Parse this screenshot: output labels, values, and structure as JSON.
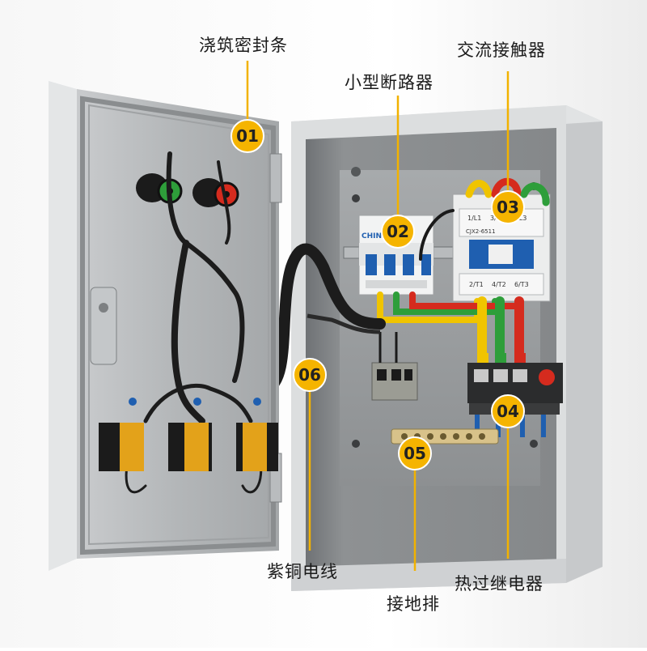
{
  "callouts": [
    {
      "number": "01",
      "label": "浇筑密封条"
    },
    {
      "number": "02",
      "label": "小型断路器"
    },
    {
      "number": "03",
      "label": "交流接触器"
    },
    {
      "number": "04",
      "label": "热过继电器"
    },
    {
      "number": "05",
      "label": "接地排"
    },
    {
      "number": "06",
      "label": "紫铜电线"
    }
  ],
  "breaker": {
    "brand": "CHINT"
  },
  "contactor": {
    "model": "CJX2-6511",
    "terminals_top": [
      "1/L1",
      "3/L2",
      "5/L3"
    ],
    "terminals_bottom": [
      "2/T1",
      "4/T2",
      "6/T3"
    ]
  },
  "colors": {
    "accent": "#f5b400",
    "cabinet": "#d7d9db",
    "interior": "#8e9193",
    "wire_yellow": "#f0c400",
    "wire_green": "#2e9e3a",
    "wire_red": "#d52b1e",
    "breaker_blue": "#1f5fb0"
  }
}
